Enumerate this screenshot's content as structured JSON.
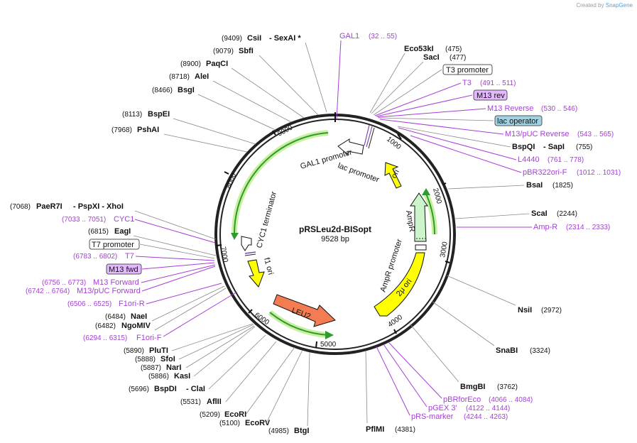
{
  "credit": {
    "prefix": "Created by",
    "brand": "SnapGene"
  },
  "plasmid": {
    "name": "pRSLeu2d-BISopt",
    "length_label": "9528 bp",
    "length": 9528
  },
  "ticks": [
    "1000",
    "2000",
    "3000",
    "4000",
    "5000",
    "6000",
    "7000",
    "8000",
    "9000"
  ],
  "enzymes_left": [
    {
      "pos": "(9409)",
      "name": "CsiI",
      "extra": "- SexAI *"
    },
    {
      "pos": "(9079)",
      "name": "SbfI",
      "extra": ""
    },
    {
      "pos": "(8900)",
      "name": "PaqCI",
      "extra": ""
    },
    {
      "pos": "(8718)",
      "name": "AleI",
      "extra": ""
    },
    {
      "pos": "(8466)",
      "name": "BsgI",
      "extra": ""
    },
    {
      "pos": "(8113)",
      "name": "BspEI",
      "extra": ""
    },
    {
      "pos": "(7968)",
      "name": "PshAI",
      "extra": ""
    },
    {
      "pos": "(7068)",
      "name": "PaeR7I",
      "extra": "- PspXI - XhoI"
    },
    {
      "pos": "(6815)",
      "name": "EagI",
      "extra": ""
    },
    {
      "pos": "(6484)",
      "name": "NaeI",
      "extra": ""
    },
    {
      "pos": "(6482)",
      "name": "NgoMIV",
      "extra": ""
    },
    {
      "pos": "(5890)",
      "name": "PluTI",
      "extra": ""
    },
    {
      "pos": "(5888)",
      "name": "SfoI",
      "extra": ""
    },
    {
      "pos": "(5887)",
      "name": "NarI",
      "extra": ""
    },
    {
      "pos": "(5886)",
      "name": "KasI",
      "extra": ""
    },
    {
      "pos": "(5696)",
      "name": "BspDI",
      "extra": "- ClaI"
    },
    {
      "pos": "(5531)",
      "name": "AflII",
      "extra": ""
    },
    {
      "pos": "(5209)",
      "name": "EcoRI",
      "extra": ""
    },
    {
      "pos": "(5100)",
      "name": "EcoRV",
      "extra": ""
    },
    {
      "pos": "(4985)",
      "name": "BtgI",
      "extra": ""
    }
  ],
  "enzymes_right": [
    {
      "name": "Eco53kI",
      "pos": "(475)",
      "extra": ""
    },
    {
      "name": "SacI",
      "pos": "(477)",
      "extra": ""
    },
    {
      "name": "BspQI",
      "pos": "(755)",
      "extra": "- SapI"
    },
    {
      "name": "BsaI",
      "pos": "(1825)",
      "extra": ""
    },
    {
      "name": "ScaI",
      "pos": "(2244)",
      "extra": ""
    },
    {
      "name": "NsiI",
      "pos": "(2972)",
      "extra": ""
    },
    {
      "name": "SnaBI",
      "pos": "(3324)",
      "extra": ""
    },
    {
      "name": "BmgBI",
      "pos": "(3762)",
      "extra": ""
    },
    {
      "name": "PflMI",
      "pos": "(4381)",
      "extra": ""
    }
  ],
  "features_right": [
    {
      "name": "GAL1",
      "range": "(32 .. 55)"
    },
    {
      "name": "T3 promoter",
      "range": ""
    },
    {
      "name": "T3",
      "range": "(491 .. 511)"
    },
    {
      "name": "M13 rev",
      "range": ""
    },
    {
      "name": "M13 Reverse",
      "range": "(530 .. 546)"
    },
    {
      "name": "lac operator",
      "range": ""
    },
    {
      "name": "M13/pUC Reverse",
      "range": "(543 .. 565)"
    },
    {
      "name": "L4440",
      "range": "(761 .. 778)"
    },
    {
      "name": "pBR322ori-F",
      "range": "(1012 .. 1031)"
    },
    {
      "name": "Amp-R",
      "range": "(2314 .. 2333)"
    },
    {
      "name": "pBRforEco",
      "range": "(4066 .. 4084)"
    },
    {
      "name": "pGEX 3'",
      "range": "(4122 .. 4144)"
    },
    {
      "name": "pRS-marker",
      "range": "(4244 .. 4263)"
    }
  ],
  "features_left": [
    {
      "name": "CYC1",
      "range": "(7033 .. 7051)"
    },
    {
      "name": "T7 promoter",
      "range": ""
    },
    {
      "name": "T7",
      "range": "(6783 .. 6802)"
    },
    {
      "name": "M13 fwd",
      "range": ""
    },
    {
      "name": "M13 Forward",
      "range": "(6756 .. 6773)"
    },
    {
      "name": "M13/pUC Forward",
      "range": "(6742 .. 6764)"
    },
    {
      "name": "F1ori-R",
      "range": "(6506 .. 6525)"
    },
    {
      "name": "F1ori-F",
      "range": "(6294 .. 6315)"
    }
  ],
  "inner_labels": {
    "gal1_promoter": "GAL1 promoter",
    "lac_promoter": "lac promoter",
    "ori": "ori",
    "ampr": "AmpR",
    "ampr_promoter": "AmpR promoter",
    "two_mu_ori": "2μ ori",
    "leu2": "LEU2",
    "f1_ori": "f1 ori",
    "cyc1_terminator": "CYC1 terminator"
  },
  "colors": {
    "backbone": "#222222",
    "feature_text": "#a53fd6",
    "ori_fill": "#ffff00",
    "ampr_fill": "#ccf5cc",
    "leu2_fill": "#f47c52",
    "terminator_arrow": "#2f9a2f",
    "m13_box": "#e4b8ff",
    "lac_operator_box": "#9fd3e3"
  }
}
